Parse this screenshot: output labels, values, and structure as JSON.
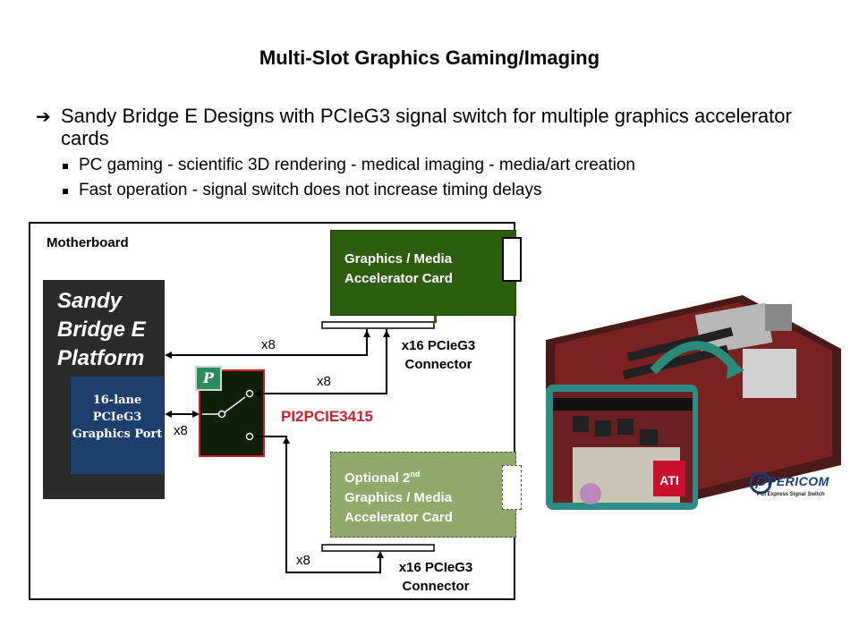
{
  "slide": {
    "title": "Multi-Slot Graphics Gaming/Imaging",
    "bullet_main": "Sandy Bridge E Designs with PCIeG3 signal switch for multiple graphics accelerator cards",
    "sub_bullets": [
      "PC gaming - scientific 3D rendering - medical imaging - media/art creation",
      "Fast operation - signal switch does not increase timing delays"
    ]
  },
  "diagram": {
    "motherboard_label": "Motherboard",
    "platform_label": "Sandy Bridge E Platform",
    "graphics_port_label": "16-lane PCIeG3 Graphics Port",
    "card1_label": "Graphics / Media Accelerator Card",
    "card2_label_pre": "Optional 2",
    "card2_label_sup": "nd",
    "card2_label_rest": "Graphics / Media Accelerator Card",
    "connector1_label": "x16 PCIeG3 Connector",
    "connector2_label": "x16 PCIeG3 Connector",
    "switch_label": "PI2PCIE3415",
    "lane_labels": [
      "x8",
      "x8",
      "x8",
      "x8"
    ],
    "logo_glyph": "P"
  },
  "branding": {
    "company": "PERICOM",
    "tagline": "PCI Express Signal Switch"
  },
  "colors": {
    "card": "#2d5e10",
    "optional_card": "#8faa6a",
    "switch_border": "#d01e2a",
    "graphics_port": "#1d3f6e",
    "platform": "#2b2b2b"
  }
}
